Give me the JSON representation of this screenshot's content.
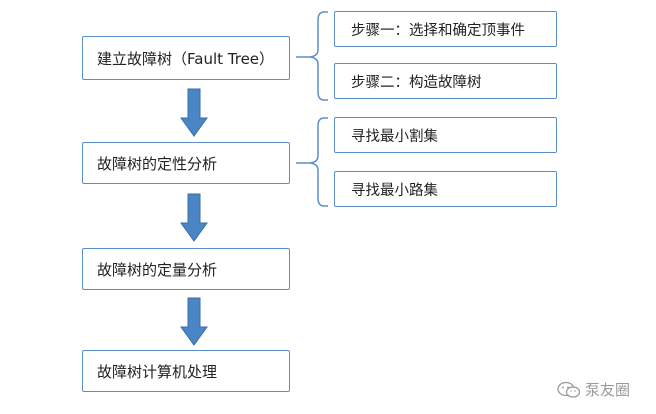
{
  "steps": [
    {
      "label": "建立故障树（Fault Tree）"
    },
    {
      "label": "故障树的定性分析"
    },
    {
      "label": "故障树的定量分析"
    },
    {
      "label": "故障树计算机处理"
    }
  ],
  "substeps": {
    "step1": [
      "步骤一：选择和确定顶事件",
      "步骤二：构造故障树"
    ],
    "step2": [
      "寻找最小割集",
      "寻找最小路集"
    ]
  },
  "colors": {
    "border": "#5b8fc7",
    "arrow": "#4a86c5",
    "arrow_stroke": "#3a6ea5"
  },
  "watermark": {
    "text": "泵友圈",
    "icon": "wechat-icon"
  }
}
